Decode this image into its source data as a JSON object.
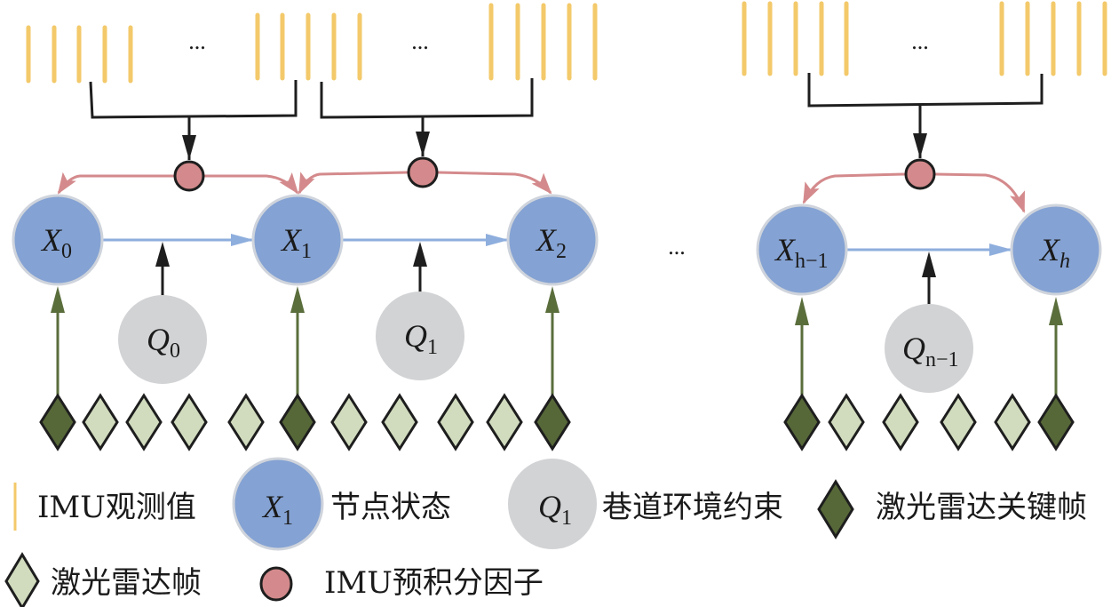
{
  "colors": {
    "imu_bar": "#f3c96a",
    "state_node_fill": "#84a2d3",
    "state_node_stroke": "#cfd4dc",
    "env_node_fill": "#d2d3d5",
    "factor_fill": "#d48a8c",
    "factor_edge": "#d48a8c",
    "state_edge": "#8eaedd",
    "keyframe_fill": "#566838",
    "frame_fill": "#d1dcbe",
    "lidar_edge": "#5a6e3c",
    "black": "#1e1e1e"
  },
  "ellipsis": "...",
  "nodes": {
    "states": [
      {
        "id": "X0",
        "base": "X",
        "sub": "0"
      },
      {
        "id": "X1",
        "base": "X",
        "sub": "1"
      },
      {
        "id": "X2",
        "base": "X",
        "sub": "2"
      },
      {
        "id": "Xh-1",
        "base": "X",
        "sub": "h−1"
      },
      {
        "id": "Xh",
        "base": "X",
        "sub": "h"
      }
    ],
    "constraints": [
      {
        "id": "Q0",
        "base": "Q",
        "sub": "0"
      },
      {
        "id": "Q1",
        "base": "Q",
        "sub": "1"
      },
      {
        "id": "Qn-1",
        "base": "Q",
        "sub": "n−1"
      }
    ]
  },
  "lidar_frames": {
    "group1": [
      "key",
      "frame",
      "frame",
      "frame",
      "frame",
      "key",
      "frame",
      "frame",
      "frame",
      "frame",
      "key"
    ],
    "group2": [
      "key",
      "frame",
      "frame",
      "frame",
      "frame",
      "key"
    ]
  },
  "legend": {
    "imu": "IMU观测值",
    "state_symbol": {
      "base": "X",
      "sub": "1"
    },
    "state": "节点状态",
    "env_symbol": {
      "base": "Q",
      "sub": "1"
    },
    "env": "巷道环境约束",
    "keyframe": "激光雷达关键帧",
    "frame": "激光雷达帧",
    "factor": "IMU预积分因子"
  }
}
